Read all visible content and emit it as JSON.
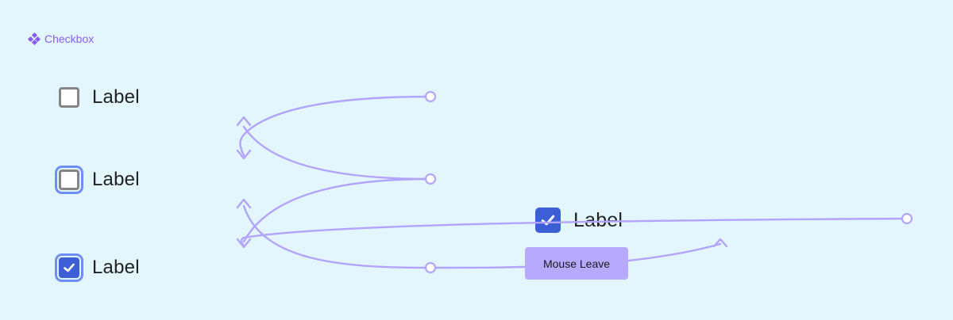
{
  "component": {
    "icon": "component-diamond-icon",
    "name": "Checkbox"
  },
  "variants": [
    {
      "label": "Label",
      "state": "default",
      "checked": false
    },
    {
      "label": "Label",
      "state": "focused",
      "checked": false
    },
    {
      "label": "Label",
      "state": "focused",
      "checked": true
    }
  ],
  "destination": {
    "label": "Label",
    "checked": true
  },
  "interaction": {
    "trigger": "Mouse Leave"
  },
  "colors": {
    "background": "#e3f6fd",
    "prototype_accent": "#8a5cf6",
    "connector": "#b2a4fc",
    "checkbox_checked": "#3d5fd6",
    "focus_ring": "#6d8ef5"
  }
}
